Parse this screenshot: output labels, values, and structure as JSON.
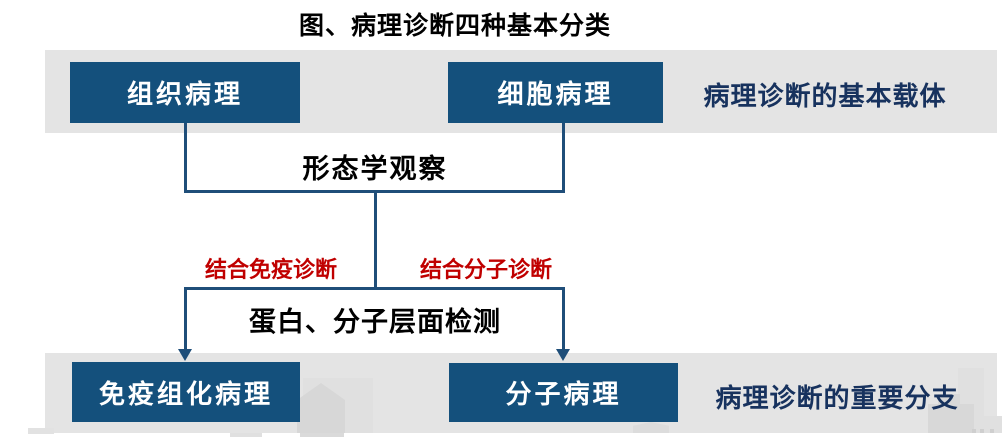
{
  "title": "图、病理诊断四种基本分类",
  "top_row": {
    "box_left": "组织病理",
    "box_right": "细胞病理",
    "caption": "病理诊断的基本载体"
  },
  "flow": {
    "morphology": "形态学观察",
    "branch_left": "结合免疫诊断",
    "branch_right": "结合分子诊断",
    "detection": "蛋白、分子层面检测"
  },
  "bottom_row": {
    "box_left": "免疫组化病理",
    "box_right": "分子病理",
    "caption": "病理诊断的重要分支"
  },
  "colors": {
    "box_fill": "#14507c",
    "connector_line": "#1f4e79",
    "band_background": "#e4e4e4",
    "caption_text": "#17325e",
    "branch_text": "#c00000",
    "title_text": "#000000",
    "box_text": "#ffffff"
  }
}
